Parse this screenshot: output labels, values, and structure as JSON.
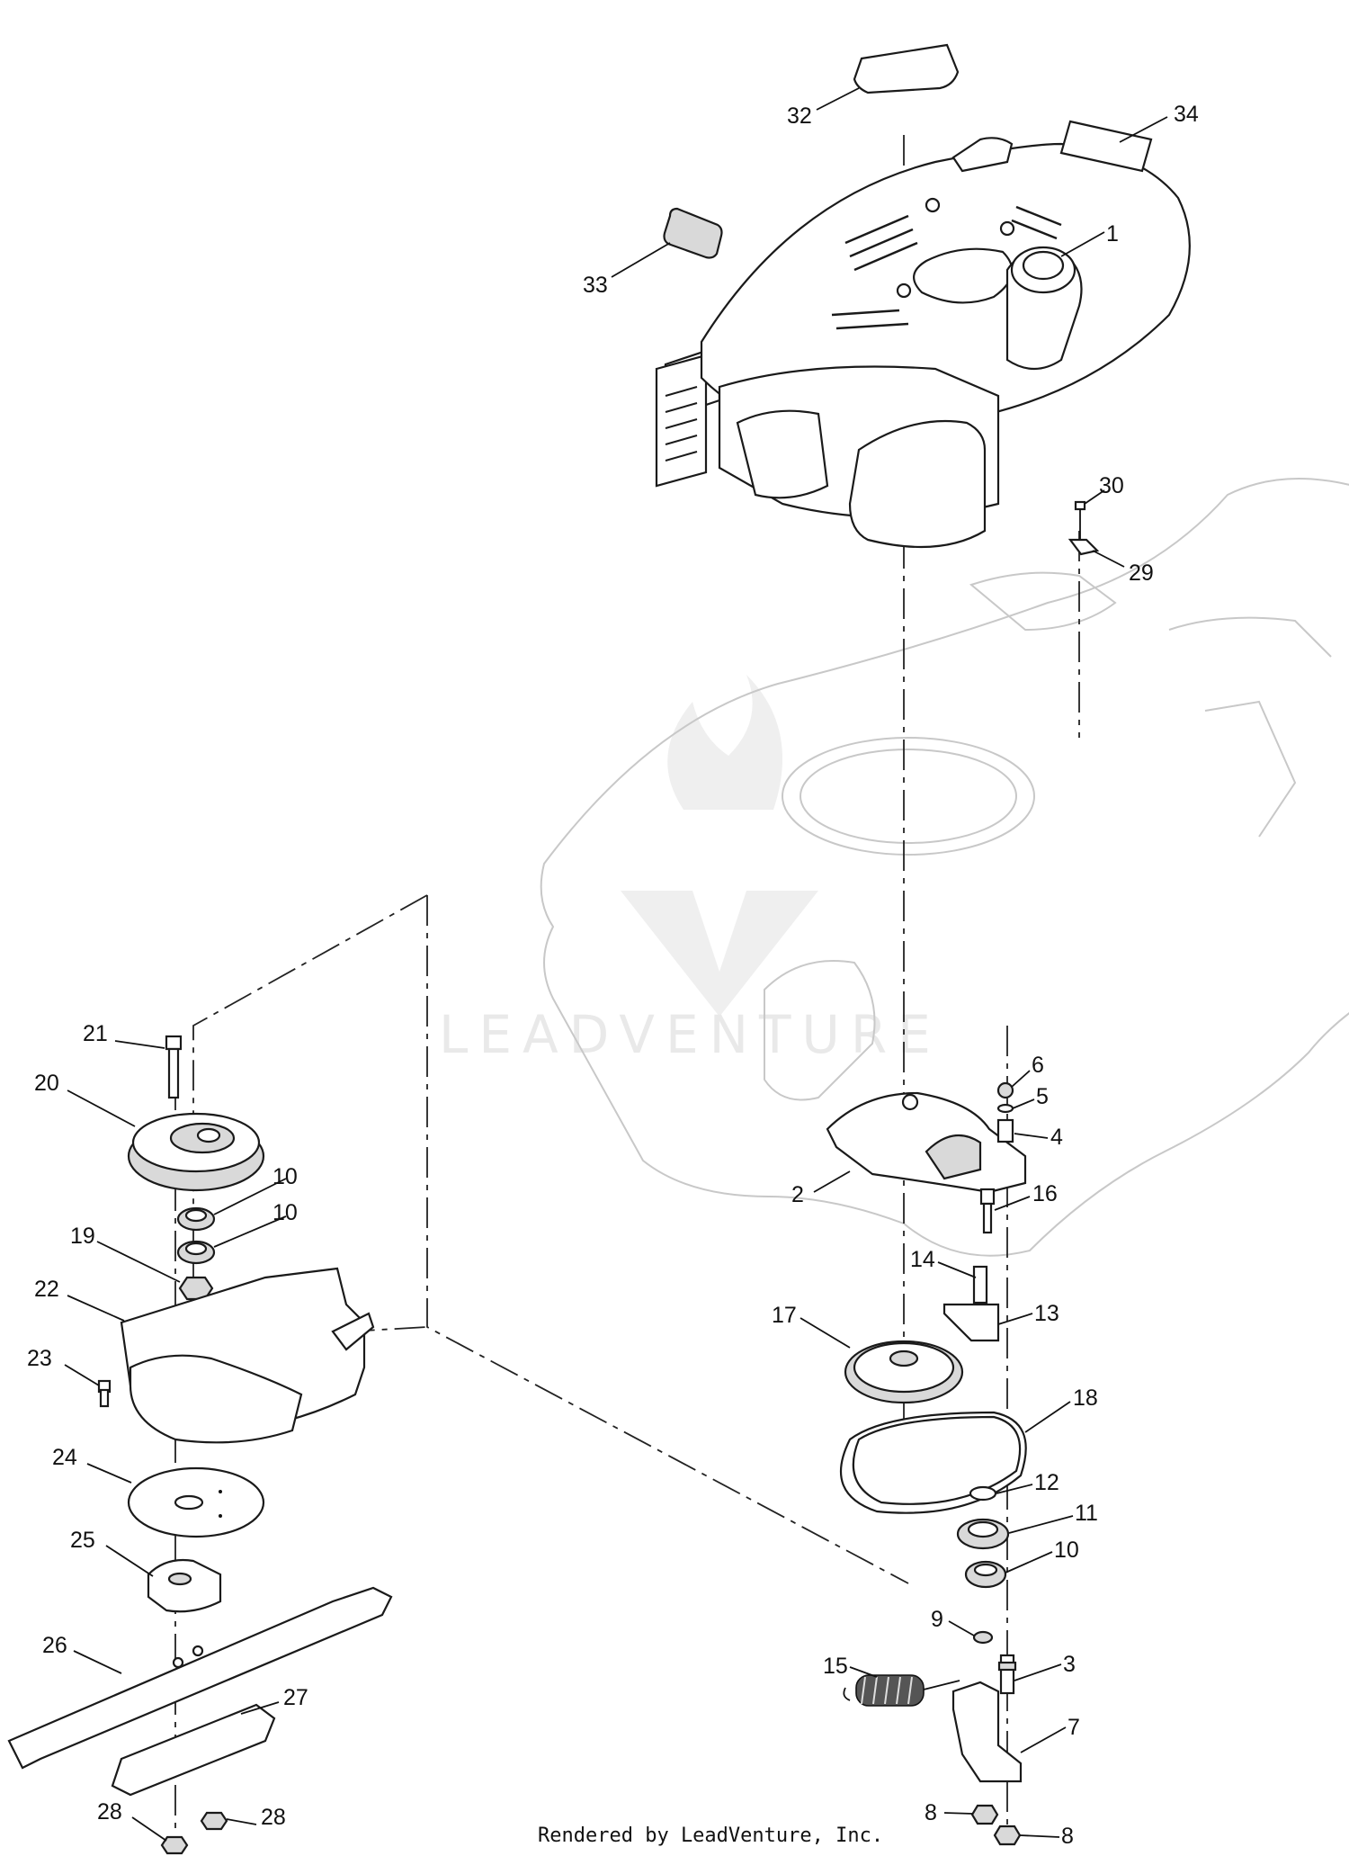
{
  "footer": "Rendered by LeadVenture, Inc.",
  "watermark": {
    "text": "LEADVENTURE"
  },
  "callouts": [
    {
      "id": "c1",
      "num": "1"
    },
    {
      "id": "c2",
      "num": "2"
    },
    {
      "id": "c3",
      "num": "3"
    },
    {
      "id": "c4",
      "num": "4"
    },
    {
      "id": "c5",
      "num": "5"
    },
    {
      "id": "c6",
      "num": "6"
    },
    {
      "id": "c7",
      "num": "7"
    },
    {
      "id": "c8a",
      "num": "8"
    },
    {
      "id": "c8b",
      "num": "8"
    },
    {
      "id": "c9",
      "num": "9"
    },
    {
      "id": "c10a",
      "num": "10"
    },
    {
      "id": "c10b",
      "num": "10"
    },
    {
      "id": "c10c",
      "num": "10"
    },
    {
      "id": "c11",
      "num": "11"
    },
    {
      "id": "c12",
      "num": "12"
    },
    {
      "id": "c13",
      "num": "13"
    },
    {
      "id": "c14",
      "num": "14"
    },
    {
      "id": "c15",
      "num": "15"
    },
    {
      "id": "c16",
      "num": "16"
    },
    {
      "id": "c17",
      "num": "17"
    },
    {
      "id": "c18",
      "num": "18"
    },
    {
      "id": "c19",
      "num": "19"
    },
    {
      "id": "c20",
      "num": "20"
    },
    {
      "id": "c21",
      "num": "21"
    },
    {
      "id": "c22",
      "num": "22"
    },
    {
      "id": "c23",
      "num": "23"
    },
    {
      "id": "c24",
      "num": "24"
    },
    {
      "id": "c25",
      "num": "25"
    },
    {
      "id": "c26",
      "num": "26"
    },
    {
      "id": "c27",
      "num": "27"
    },
    {
      "id": "c28a",
      "num": "28"
    },
    {
      "id": "c28b",
      "num": "28"
    },
    {
      "id": "c29",
      "num": "29"
    },
    {
      "id": "c30",
      "num": "30"
    },
    {
      "id": "c32",
      "num": "32"
    },
    {
      "id": "c33",
      "num": "33"
    },
    {
      "id": "c34",
      "num": "34"
    }
  ]
}
